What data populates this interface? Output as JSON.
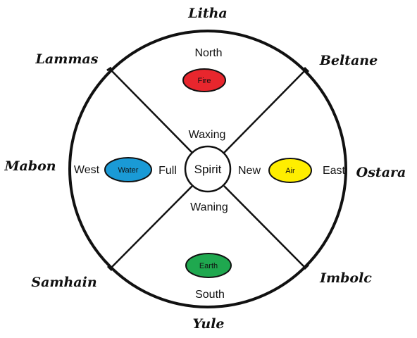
{
  "festivals": {
    "litha": "Litha",
    "beltane": "Beltane",
    "ostara": "Ostara",
    "imbolc": "Imbolc",
    "yule": "Yule",
    "samhain": "Samhain",
    "mabon": "Mabon",
    "lammas": "Lammas"
  },
  "directions": {
    "north": "North",
    "east": "East",
    "south": "South",
    "west": "West"
  },
  "moon_phases": {
    "waxing": "Waxing",
    "new": "New",
    "waning": "Waning",
    "full": "Full"
  },
  "center": {
    "label": "Spirit"
  },
  "elements": {
    "fire": {
      "label": "Fire",
      "color": "#e8262d"
    },
    "air": {
      "label": "Air",
      "color": "#ffee00"
    },
    "earth": {
      "label": "Earth",
      "color": "#1fa84f"
    },
    "water": {
      "label": "Water",
      "color": "#1a9ad6"
    }
  },
  "colors": {
    "line": "#111111",
    "background": "#ffffff"
  }
}
